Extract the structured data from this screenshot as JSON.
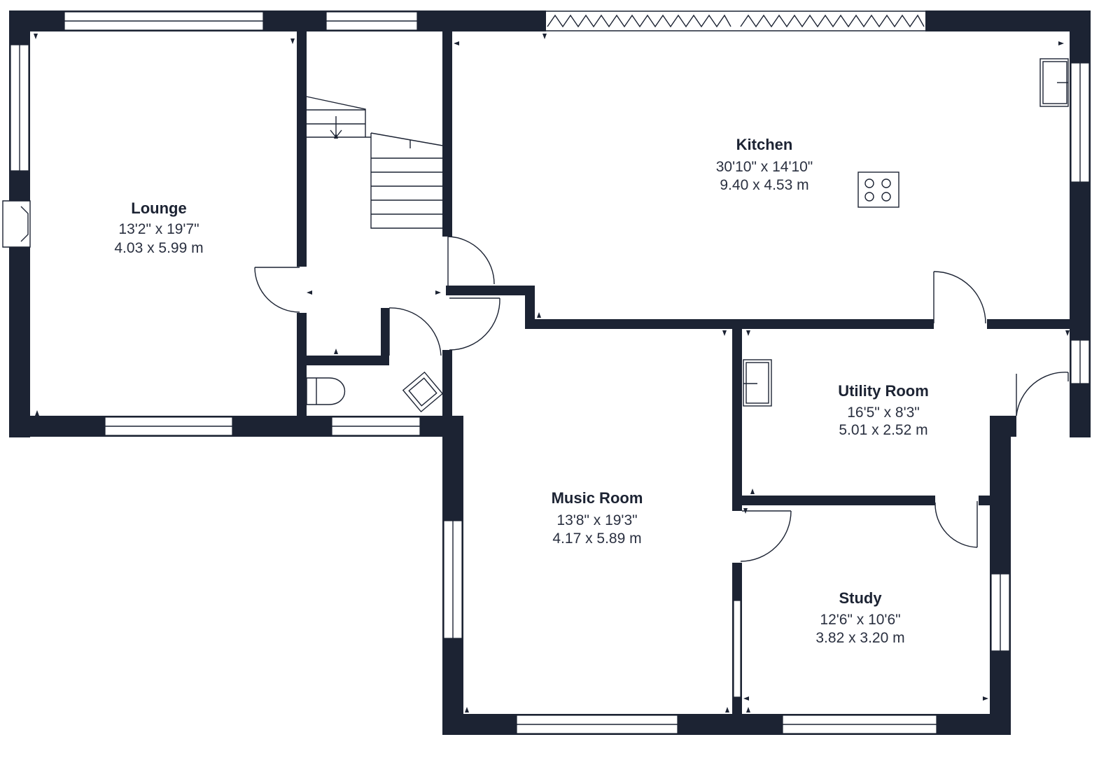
{
  "rooms": [
    {
      "name": "Lounge",
      "imperial": "13'2\" x 19'7\"",
      "metric": "4.03 x 5.99 m"
    },
    {
      "name": "Kitchen",
      "imperial": "30'10\" x 14'10\"",
      "metric": "9.40 x 4.53 m"
    },
    {
      "name": "Utility Room",
      "imperial": "16'5\" x 8'3\"",
      "metric": "5.01 x 2.52 m"
    },
    {
      "name": "Music Room",
      "imperial": "13'8\" x 19'3\"",
      "metric": "4.17 x 5.89 m"
    },
    {
      "name": "Study",
      "imperial": "12'6\" x 10'6\"",
      "metric": "3.82 x 3.20 m"
    }
  ],
  "colors": {
    "wall": "#1c2333",
    "background": "#ffffff"
  }
}
